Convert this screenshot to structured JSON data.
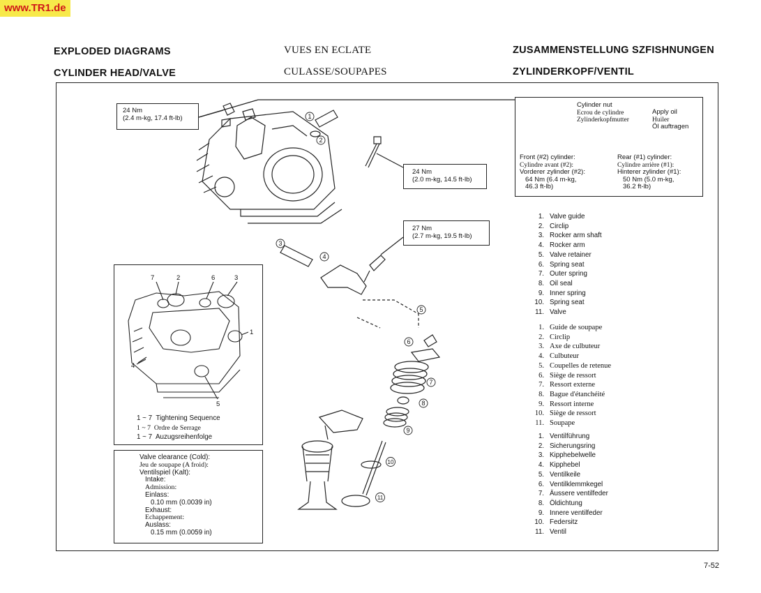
{
  "site": "www.TR1.de",
  "headers": {
    "en_title": "EXPLODED DIAGRAMS",
    "en_sub": "CYLINDER HEAD/VALVE",
    "fr_title": "VUES EN ECLATE",
    "fr_sub": "CULASSE/SOUPAPES",
    "de_title": "ZUSAMMENSTELLUNG SZFISHNUNGEN",
    "de_sub": "ZYLINDERKOPF/VENTIL"
  },
  "torque": {
    "t1": [
      "24 Nm",
      "(2.4 m-kg, 17.4 ft-lb)"
    ],
    "t2": [
      "24 Nm",
      "(2.0 m-kg, 14.5 ft-lb)"
    ],
    "t3": [
      "27 Nm",
      "(2.7 m-kg, 19.5 ft-lb)"
    ]
  },
  "nut_box": {
    "title": [
      "Cylinder nut",
      "Ecrou de cylindre",
      "Zylinderkopfmutter"
    ],
    "oil": [
      "Apply oil",
      "Huiler",
      "Öl auftragen"
    ],
    "front": [
      "Front (#2) cylinder:",
      "Cylindre avant (#2):",
      "Vorderer zylinder (#2):",
      "64 Nm (6.4 m-kg,",
      "46.3 ft-lb)"
    ],
    "rear": [
      "Rear (#1) cylinder:",
      "Cylindre arrière (#1):",
      "Hinterer zylinder (#1):",
      "50 Nm (5.0 m-kg,",
      "36.2 ft-lb)"
    ]
  },
  "parts_en": [
    "Valve guide",
    "Circlip",
    "Rocker arm shaft",
    "Rocker arm",
    "Valve retainer",
    "Spring seat",
    "Outer spring",
    "Oil seal",
    "Inner spring",
    "Spring seat",
    "Valve"
  ],
  "parts_fr": [
    "Guide de soupape",
    "Circlip",
    "Axe de culbuteur",
    "Culbuteur",
    "Coupelles de retenue",
    "Siège de ressort",
    "Ressort externe",
    "Bague d'étanchéité",
    "Ressort interne",
    "Siège de ressort",
    "Soupape"
  ],
  "parts_de": [
    "Ventilführung",
    "Sicherungsring",
    "Kipphebelwelle",
    "Kipphebel",
    "Ventilkeile",
    "Ventilklemmkegel",
    "Äussere ventilfeder",
    "Öldichtung",
    "Innere ventilfeder",
    "Federsitz",
    "Ventil"
  ],
  "numbers": [
    "1.",
    "2.",
    "3.",
    "4.",
    "5.",
    "6.",
    "7.",
    "8.",
    "9.",
    "10.",
    "11."
  ],
  "sequence": {
    "callouts": [
      "7",
      "2",
      "6",
      "3",
      "1",
      "4",
      "5"
    ],
    "prefix": "1 ~ 7",
    "lines": [
      "Tightening Sequence",
      "Ordre de Serrage",
      "Auzugsreihenfolge"
    ]
  },
  "clearance": [
    "Valve clearance (Cold):",
    "Jeu de soupape (A froid):",
    "Ventilspiel (Kalt):",
    "Intake:",
    "Admission:",
    "Einlass:",
    "0.10 mm (0.0039 in)",
    "Exhaust:",
    "Echappement:",
    "Auslass:",
    "0.15 mm (0.0059 in)"
  ],
  "part_callouts": [
    "1",
    "2",
    "3",
    "4",
    "5",
    "6",
    "7",
    "8",
    "9",
    "10",
    "11"
  ],
  "page_number": "7-52"
}
